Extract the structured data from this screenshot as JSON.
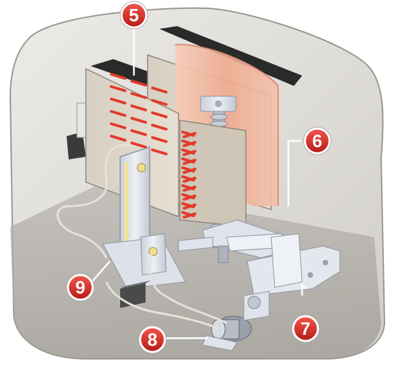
{
  "diagram": {
    "subject": "toaster cutaway",
    "callouts": [
      {
        "id": "5",
        "label": "5",
        "color": "#d42a25"
      },
      {
        "id": "6",
        "label": "6",
        "color": "#d42a25"
      },
      {
        "id": "7",
        "label": "7",
        "color": "#d42a25"
      },
      {
        "id": "8",
        "label": "8",
        "color": "#d42a25"
      },
      {
        "id": "9",
        "label": "9",
        "color": "#d42a25"
      }
    ],
    "colors": {
      "shell": "#cfccc5",
      "mica_board": "#ddd5c8",
      "heating_wire": "#e23a2a",
      "toast_glow": "#f2b8a0",
      "metal": "#d9dde6",
      "base": "#c8c5be"
    }
  }
}
